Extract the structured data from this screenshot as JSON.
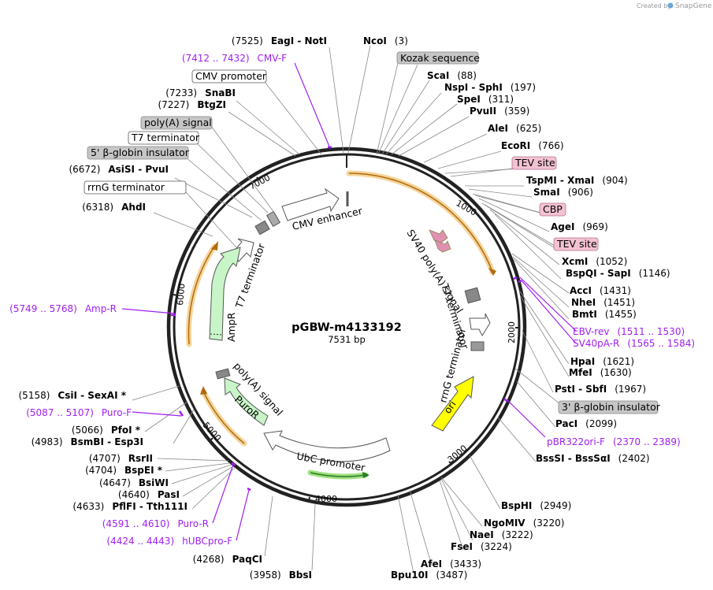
{
  "header": {
    "created_by": "Created by",
    "brand": "SnapGene"
  },
  "plasmid": {
    "name": "pGBW-m4133192",
    "length": "7531 bp"
  },
  "ticks": [
    "1000",
    "2000",
    "3000",
    "4000",
    "5000",
    "6000",
    "7000"
  ],
  "feature_labels": {
    "cmv_enhancer": "CMV enhancer",
    "sv40": "SV40 poly(A) signal",
    "t7_right": "T7 terminator",
    "rrng_right": "rrnG terminator",
    "ori": "ori",
    "ubc": "UbC promoter",
    "puror": "PuroR",
    "polya_left": "poly(A) signal",
    "ampr": "AmpR",
    "t7_left": "T7 terminator"
  },
  "boxes": {
    "kozak": "Kozak sequence",
    "tev1": "TEV site",
    "cbp": "CBP",
    "tev2": "TEV site",
    "globin3": "3' β-globin insulator",
    "cmv_promoter": "CMV promoter",
    "polya_signal": "poly(A) signal",
    "t7_term": "T7 terminator",
    "globin5": "5' β-globin insulator",
    "rrng_term": "rrnG terminator"
  },
  "sites_right": [
    {
      "name": "NcoI",
      "pos": "(3)"
    },
    {
      "name": "ScaI",
      "pos": "(88)"
    },
    {
      "name": "NspI  -  SphI",
      "pos": "(197)"
    },
    {
      "name": "SpeI",
      "pos": "(311)"
    },
    {
      "name": "PvuII",
      "pos": "(359)"
    },
    {
      "name": "AleI",
      "pos": "(625)"
    },
    {
      "name": "EcoRI",
      "pos": "(766)"
    },
    {
      "name": "TspMI  -  XmaI",
      "pos": "(904)"
    },
    {
      "name": "SmaI",
      "pos": "(906)"
    },
    {
      "name": "AgeI",
      "pos": "(969)"
    },
    {
      "name": "XcmI",
      "pos": "(1052)"
    },
    {
      "name": "BspQI  -  SapI",
      "pos": "(1146)"
    },
    {
      "name": "AccI",
      "pos": "(1431)"
    },
    {
      "name": "NheI",
      "pos": "(1451)"
    },
    {
      "name": "BmtI",
      "pos": "(1455)"
    },
    {
      "name": "HpaI",
      "pos": "(1621)"
    },
    {
      "name": "MfeI",
      "pos": "(1630)"
    },
    {
      "name": "PstI  -  SbfI",
      "pos": "(1967)"
    },
    {
      "name": "PacI",
      "pos": "(2099)"
    },
    {
      "name": "BssSI  -  BssSαI",
      "pos": "(2402)"
    },
    {
      "name": "BspHI",
      "pos": "(2949)"
    },
    {
      "name": "NgoMIV",
      "pos": "(3220)"
    },
    {
      "name": "NaeI",
      "pos": "(3222)"
    },
    {
      "name": "FseI",
      "pos": "(3224)"
    },
    {
      "name": "AfeI",
      "pos": "(3433)"
    },
    {
      "name": "Bpu10I",
      "pos": "(3487)"
    }
  ],
  "sites_left": [
    {
      "pos": "(7525)",
      "name": "EagI  -  NotI"
    },
    {
      "pos": "(7233)",
      "name": "SnaBI"
    },
    {
      "pos": "(7227)",
      "name": "BtgZI"
    },
    {
      "pos": "(6672)",
      "name": "AsiSI  -  PvuI"
    },
    {
      "pos": "(6318)",
      "name": "AhdI"
    },
    {
      "pos": "(5158)",
      "name": "CsiI  -  SexAI *"
    },
    {
      "pos": "(5066)",
      "name": "PfoI *"
    },
    {
      "pos": "(4983)",
      "name": "BsmBI  -  Esp3I"
    },
    {
      "pos": "(4707)",
      "name": "RsrII"
    },
    {
      "pos": "(4704)",
      "name": "BspEI *"
    },
    {
      "pos": "(4647)",
      "name": "BsiWI"
    },
    {
      "pos": "(4640)",
      "name": "PasI"
    },
    {
      "pos": "(4633)",
      "name": "PflFI  -  Tth111I"
    },
    {
      "pos": "(4268)",
      "name": "PaqCI"
    },
    {
      "pos": "(3958)",
      "name": "BbsI"
    }
  ],
  "primers": {
    "cmv_f": {
      "range": "(7412 .. 7432)",
      "name": "CMV-F"
    },
    "ebv_rev": {
      "name": "EBV-rev",
      "range": "(1511 .. 1530)"
    },
    "sv40pa_r": {
      "name": "SV40pA-R",
      "range": "(1565 .. 1584)"
    },
    "pbr322": {
      "name": "pBR322ori-F",
      "range": "(2370 .. 2389)"
    },
    "amp_r": {
      "range": "(5749 .. 5768)",
      "name": "Amp-R"
    },
    "puro_f": {
      "range": "(5087 .. 5107)",
      "name": "Puro-F"
    },
    "puro_r": {
      "range": "(4591 .. 4610)",
      "name": "Puro-R"
    },
    "hubcpro_f": {
      "range": "(4424 .. 4443)",
      "name": "hUBCpro-F"
    }
  },
  "colors": {
    "backbone": "#222222",
    "orf": "#f0a030",
    "ori": "#ffff00",
    "marker": "#c8f5c8",
    "primer": "#a020f0",
    "tev": "#f3c2d2"
  }
}
